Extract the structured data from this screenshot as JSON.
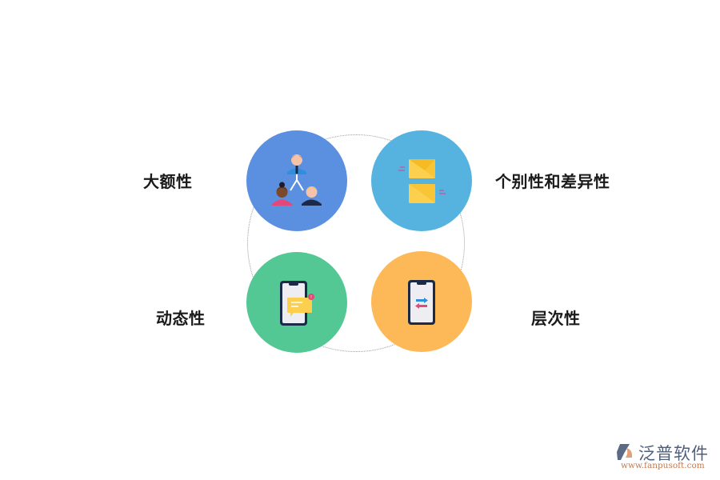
{
  "diagram": {
    "title": "",
    "nodes": [
      {
        "id": "top-left",
        "label": "大额性",
        "icon": "people-hierarchy-icon",
        "color": "#5b8fe0"
      },
      {
        "id": "top-right",
        "label": "个别性和差异性",
        "icon": "envelopes-icon",
        "color": "#56b3e0"
      },
      {
        "id": "bottom-left",
        "label": "动态性",
        "icon": "phone-notification-icon",
        "color": "#54c894"
      },
      {
        "id": "bottom-right",
        "label": "层次性",
        "icon": "phone-transfer-icon",
        "color": "#fdb957"
      }
    ],
    "connector": "dotted-circle"
  },
  "watermark": {
    "brand": "泛普软件",
    "url": "www.fanpusoft.com"
  }
}
